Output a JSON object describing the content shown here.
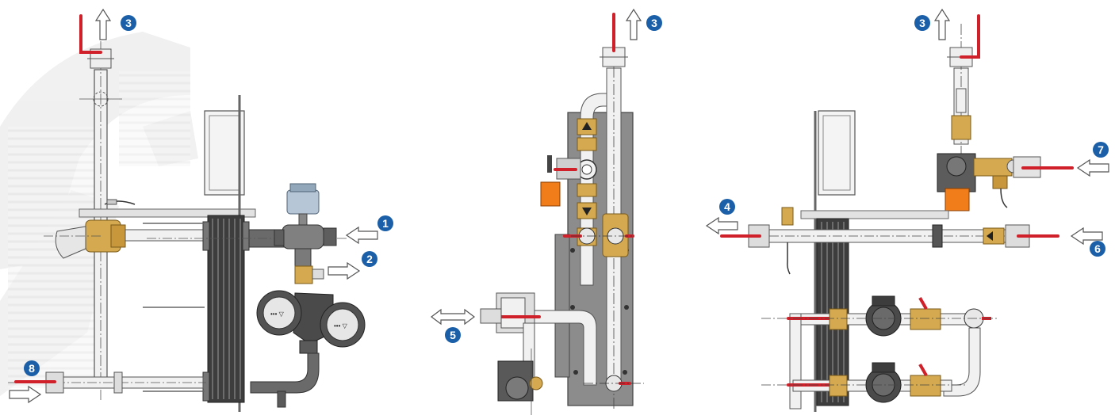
{
  "colors": {
    "badge": "#1b5fa8",
    "badge_text": "#ffffff",
    "valve_handle": "#d0202a",
    "actuator_orange": "#f07c1a",
    "brass": "#d4a94f",
    "pipe_fill": "#f1f1f1",
    "steel_dark": "#5a5a5a",
    "plate_stack": "#3d3d3d",
    "frame_grey": "#8c8c8c",
    "watermark": "#ececec"
  },
  "views": [
    {
      "name": "view-left",
      "badges": [
        "3",
        "1",
        "2",
        "8"
      ]
    },
    {
      "name": "view-middle",
      "badges": [
        "3",
        "5"
      ]
    },
    {
      "name": "view-right",
      "badges": [
        "3",
        "7",
        "4",
        "6"
      ]
    }
  ],
  "labels": {
    "pump_face_text": "•••  ▽"
  }
}
